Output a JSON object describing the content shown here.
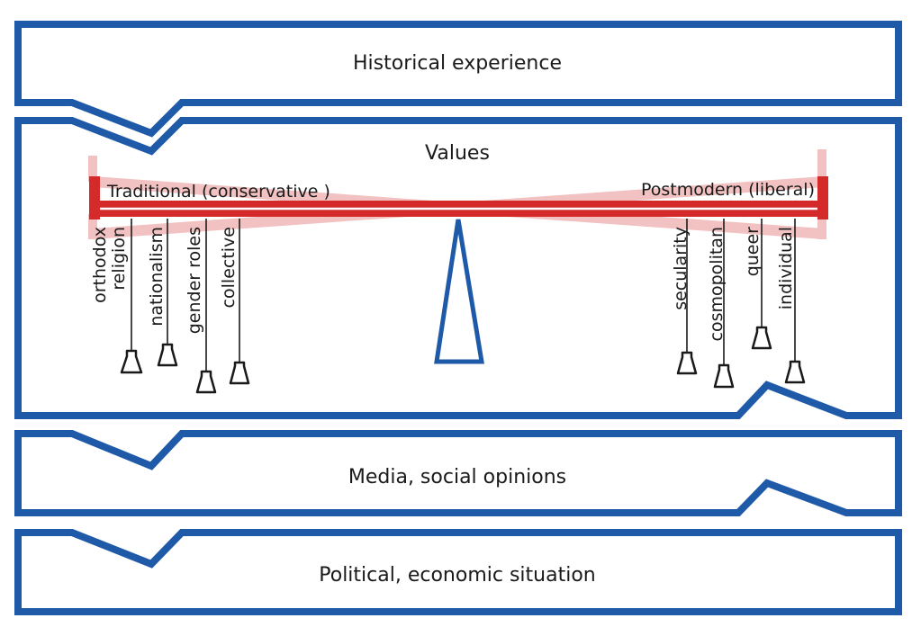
{
  "layers": {
    "historical": "Historical experience",
    "values": "Values",
    "media": "Media, social opinions",
    "political": "Political, economic situation"
  },
  "scale": {
    "left_label": "Traditional (conservative )",
    "right_label": "Postmodern (liberal)",
    "left_weights": [
      "orthodox\nreligion",
      "nationalism",
      "gender roles",
      "collective"
    ],
    "right_weights": [
      "secularity",
      "cosmopolitan",
      "queer",
      "individual"
    ]
  },
  "colors": {
    "frame": "#1f5aa8",
    "beam": "#d42a2a",
    "beam_ghost": "#e88f8f",
    "text": "#1a1a1a"
  }
}
